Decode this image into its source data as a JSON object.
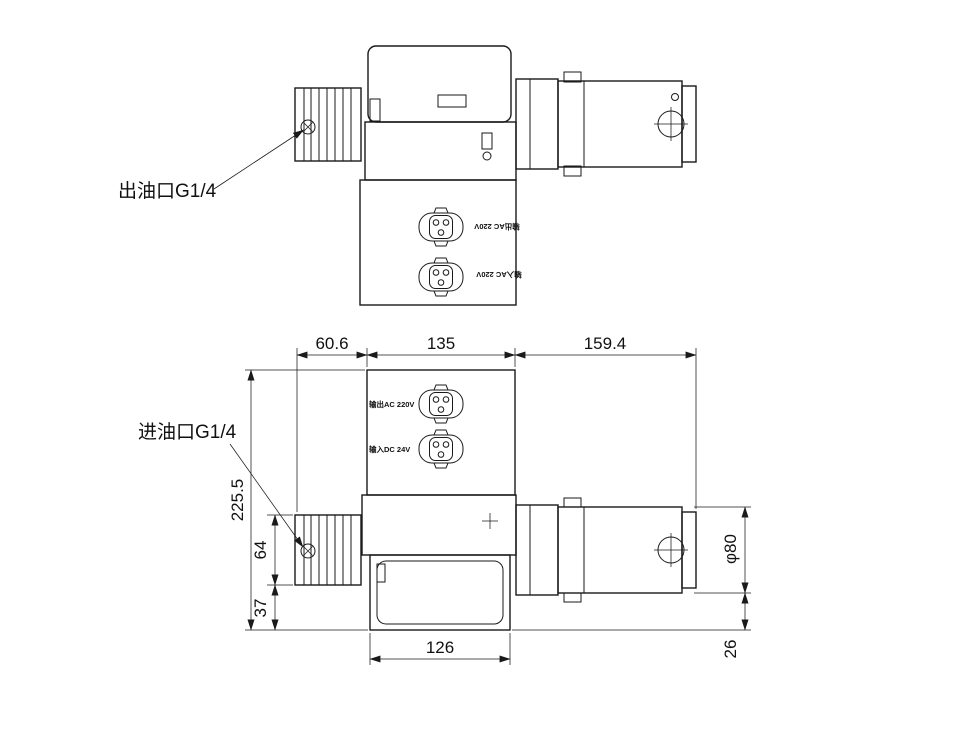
{
  "drawing": {
    "labels": {
      "outlet": "出油口G1/4",
      "inlet": "进油口G1/4",
      "top_connector_upper": "输出AC 220V",
      "top_connector_lower": "输入AC 220V",
      "bottom_connector_upper": "输出AC 220V",
      "bottom_connector_lower": "输入DC 24V"
    },
    "dimensions": {
      "left_width": "60.6",
      "center_width": "135",
      "right_width": "159.4",
      "total_height": "225.5",
      "port_height": "64",
      "base_height": "37",
      "base_width": "126",
      "motor_diameter": "φ80",
      "end_offset": "26"
    },
    "colors": {
      "line": "#1a1a1a",
      "background": "#ffffff"
    }
  }
}
